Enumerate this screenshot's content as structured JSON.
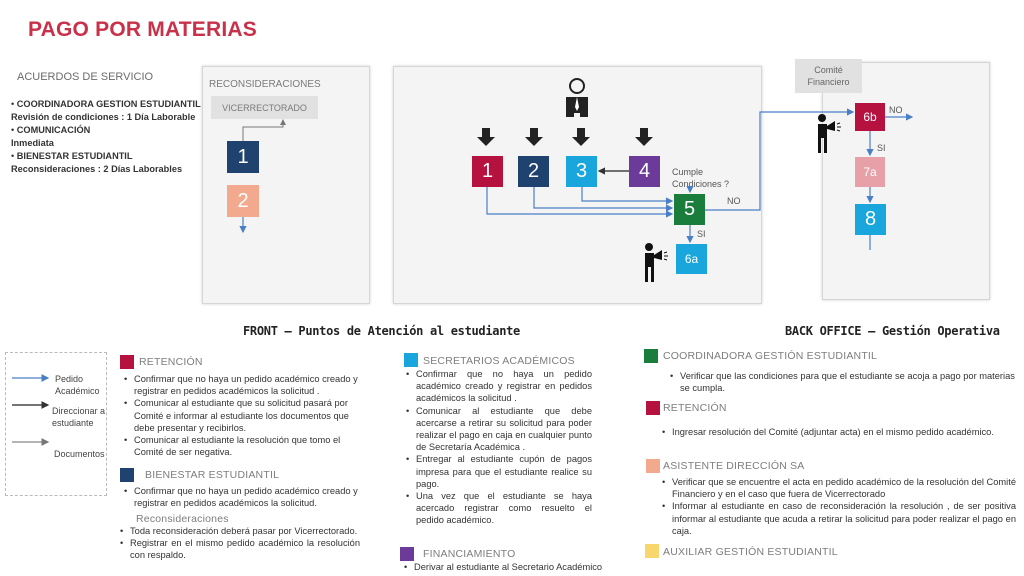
{
  "title": "PAGO POR MATERIAS",
  "service_agreements": {
    "heading": "ACUERDOS DE SERVICIO",
    "items": [
      {
        "label": "COORDINADORA GESTION ESTUDIANTIL",
        "detail": "Revisión de condiciones  : 1 Día Laborable"
      },
      {
        "label": "COMUNICACIÓN",
        "detail": "Inmediata"
      },
      {
        "label": "BIENESTAR ESTUDIANTIL",
        "detail": "Reconsideraciones : 2 Días Laborables"
      }
    ]
  },
  "reconsideraciones_panel": {
    "label": "RECONSIDERACIONES",
    "vicerrectorado": "VICERRECTORADO",
    "step1": "1",
    "step2": "2"
  },
  "main_flow": {
    "steps": [
      "1",
      "2",
      "3",
      "4"
    ],
    "step5": "5",
    "step6a": "6a",
    "question": "Cumple Condiciones ?",
    "no": "NO",
    "si": "SI"
  },
  "backoffice_flow": {
    "comite": "Comité Financiero",
    "step6b": "6b",
    "step7a": "7a",
    "step8": "8",
    "no": "NO",
    "si": "SI"
  },
  "section_titles": {
    "front": "FRONT – Puntos de Atención al estudiante",
    "back": "BACK OFFICE – Gestión Operativa"
  },
  "legend": {
    "pedido": "Pedido Académico",
    "direccionar": "Direccionar a estudiante",
    "documentos": "Documentos"
  },
  "roles": {
    "retencion_front": {
      "title": "RETENCIÓN",
      "items": [
        "Confirmar que no haya un pedido académico creado y registrar en pedidos académicos la solicitud .",
        "Comunicar al estudiante que su solicitud pasará por Comité e informar al estudiante los documentos que debe presentar  y recibirlos.",
        "Comunicar al estudiante la resolución que tomo el Comité de ser negativa."
      ]
    },
    "bienestar": {
      "title": "BIENESTAR ESTUDIANTIL",
      "items": [
        "Confirmar que no haya un pedido académico creado y registrar en pedidos académicos la solicitud."
      ],
      "sub_title": "Reconsideraciones",
      "sub_items": [
        "Toda reconsideración deberá pasar por Vicerrectorado.",
        "Registrar en el mismo pedido académico la resolución con respaldo."
      ]
    },
    "secretarios": {
      "title": "SECRETARIOS ACADÉMICOS",
      "items": [
        "Confirmar que no haya un pedido académico creado y registrar en pedidos académicos la solicitud .",
        "Comunicar al estudiante que debe acercarse a retirar su solicitud para poder realizar el pago en caja en cualquier punto de Secretaría Académica .",
        "Entregar al estudiante cupón de pagos impresa para que el estudiante realice su pago.",
        "Una vez que el estudiante se haya acercado registrar como resuelto el pedido académico."
      ]
    },
    "financiamiento": {
      "title": "FINANCIAMIENTO",
      "items": [
        "Derivar al estudiante al Secretario Académico"
      ]
    },
    "coordinadora": {
      "title": "COORDINADORA GESTIÓN ESTUDIANTIL",
      "items": [
        "Verificar que las condiciones para que el estudiante se acoja a pago por materias se cumpla."
      ]
    },
    "retencion_back": {
      "title": "RETENCIÓN",
      "items": [
        "Ingresar resolución del Comité (adjuntar acta) en el mismo pedido académico."
      ]
    },
    "asistente": {
      "title": "ASISTENTE DIRECCIÓN SA",
      "items": [
        "Verificar que se encuentre el acta en pedido académico de la resolución del Comité Financiero  y en el caso que fuera de Vicerrectorado",
        "Informar al estudiante en caso de reconsideración la resolución  , de ser positiva  informar al estudiante que acuda a retirar la solicitud para poder realizar el pago en caja."
      ]
    },
    "auxiliar": {
      "title": "AUXILIAR GESTIÓN ESTUDIANTIL"
    }
  },
  "colors": {
    "title_red": "#c9314a",
    "crimson": "#b5123f",
    "pink": "#e8a0a8",
    "navy": "#20426f",
    "cyan": "#19a6dc",
    "purple": "#6c3a98",
    "green": "#1a7d3b",
    "salmon": "#f2a98e",
    "yellow": "#f8d66d",
    "flow_blue": "#4a7fc6"
  }
}
